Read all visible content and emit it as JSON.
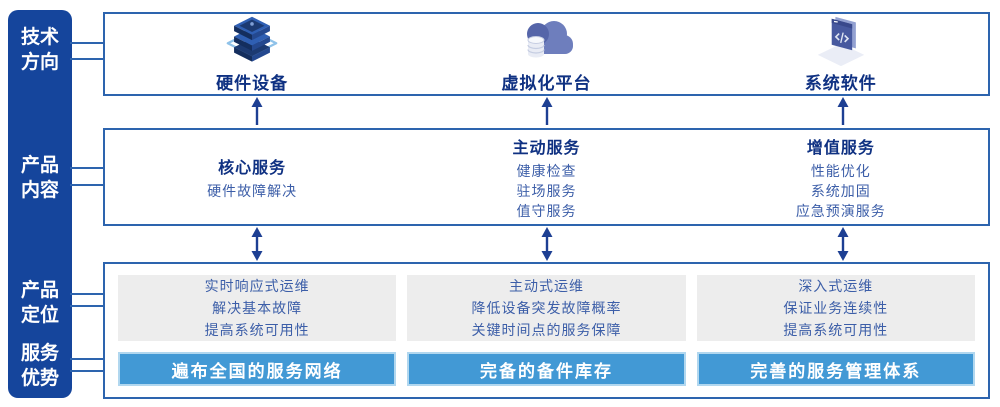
{
  "colors": {
    "sidebar_bg": "#15459c",
    "box_border": "#2d64ae",
    "title_text": "#0f3182",
    "body_text": "#3c5ea8",
    "arrow": "#1d3f93",
    "panel_bg": "#ededed",
    "bar_bg": "#4299d5",
    "bar_halo": "#b1d7ef",
    "bar_text": "#ffffff"
  },
  "sidebar": {
    "labels": [
      {
        "line1": "技术",
        "line2": "方向"
      },
      {
        "line1": "产品",
        "line2": "内容"
      },
      {
        "line1": "产品",
        "line2": "定位"
      },
      {
        "line1": "服务",
        "line2": "优势"
      }
    ]
  },
  "tech_row": {
    "items": [
      {
        "icon": "server-stack-icon",
        "label": "硬件设备"
      },
      {
        "icon": "cloud-database-icon",
        "label": "虚拟化平台"
      },
      {
        "icon": "software-window-icon",
        "label": "系统软件"
      }
    ]
  },
  "content_row": {
    "columns": [
      {
        "title": "核心服务",
        "items": [
          "硬件故障解决"
        ]
      },
      {
        "title": "主动服务",
        "items": [
          "健康检查",
          "驻场服务",
          "值守服务"
        ]
      },
      {
        "title": "增值服务",
        "items": [
          "性能优化",
          "系统加固",
          "应急预演服务"
        ]
      }
    ]
  },
  "positioning_row": {
    "columns": [
      {
        "lines": [
          "实时响应式运维",
          "解决基本故障",
          "提高系统可用性"
        ],
        "bar": "遍布全国的服务网络"
      },
      {
        "lines": [
          "主动式运维",
          "降低设备突发故障概率",
          "关键时间点的服务保障"
        ],
        "bar": "完备的备件库存"
      },
      {
        "lines": [
          "深入式运维",
          "保证业务连续性",
          "提高系统可用性"
        ],
        "bar": "完善的服务管理体系"
      }
    ]
  }
}
